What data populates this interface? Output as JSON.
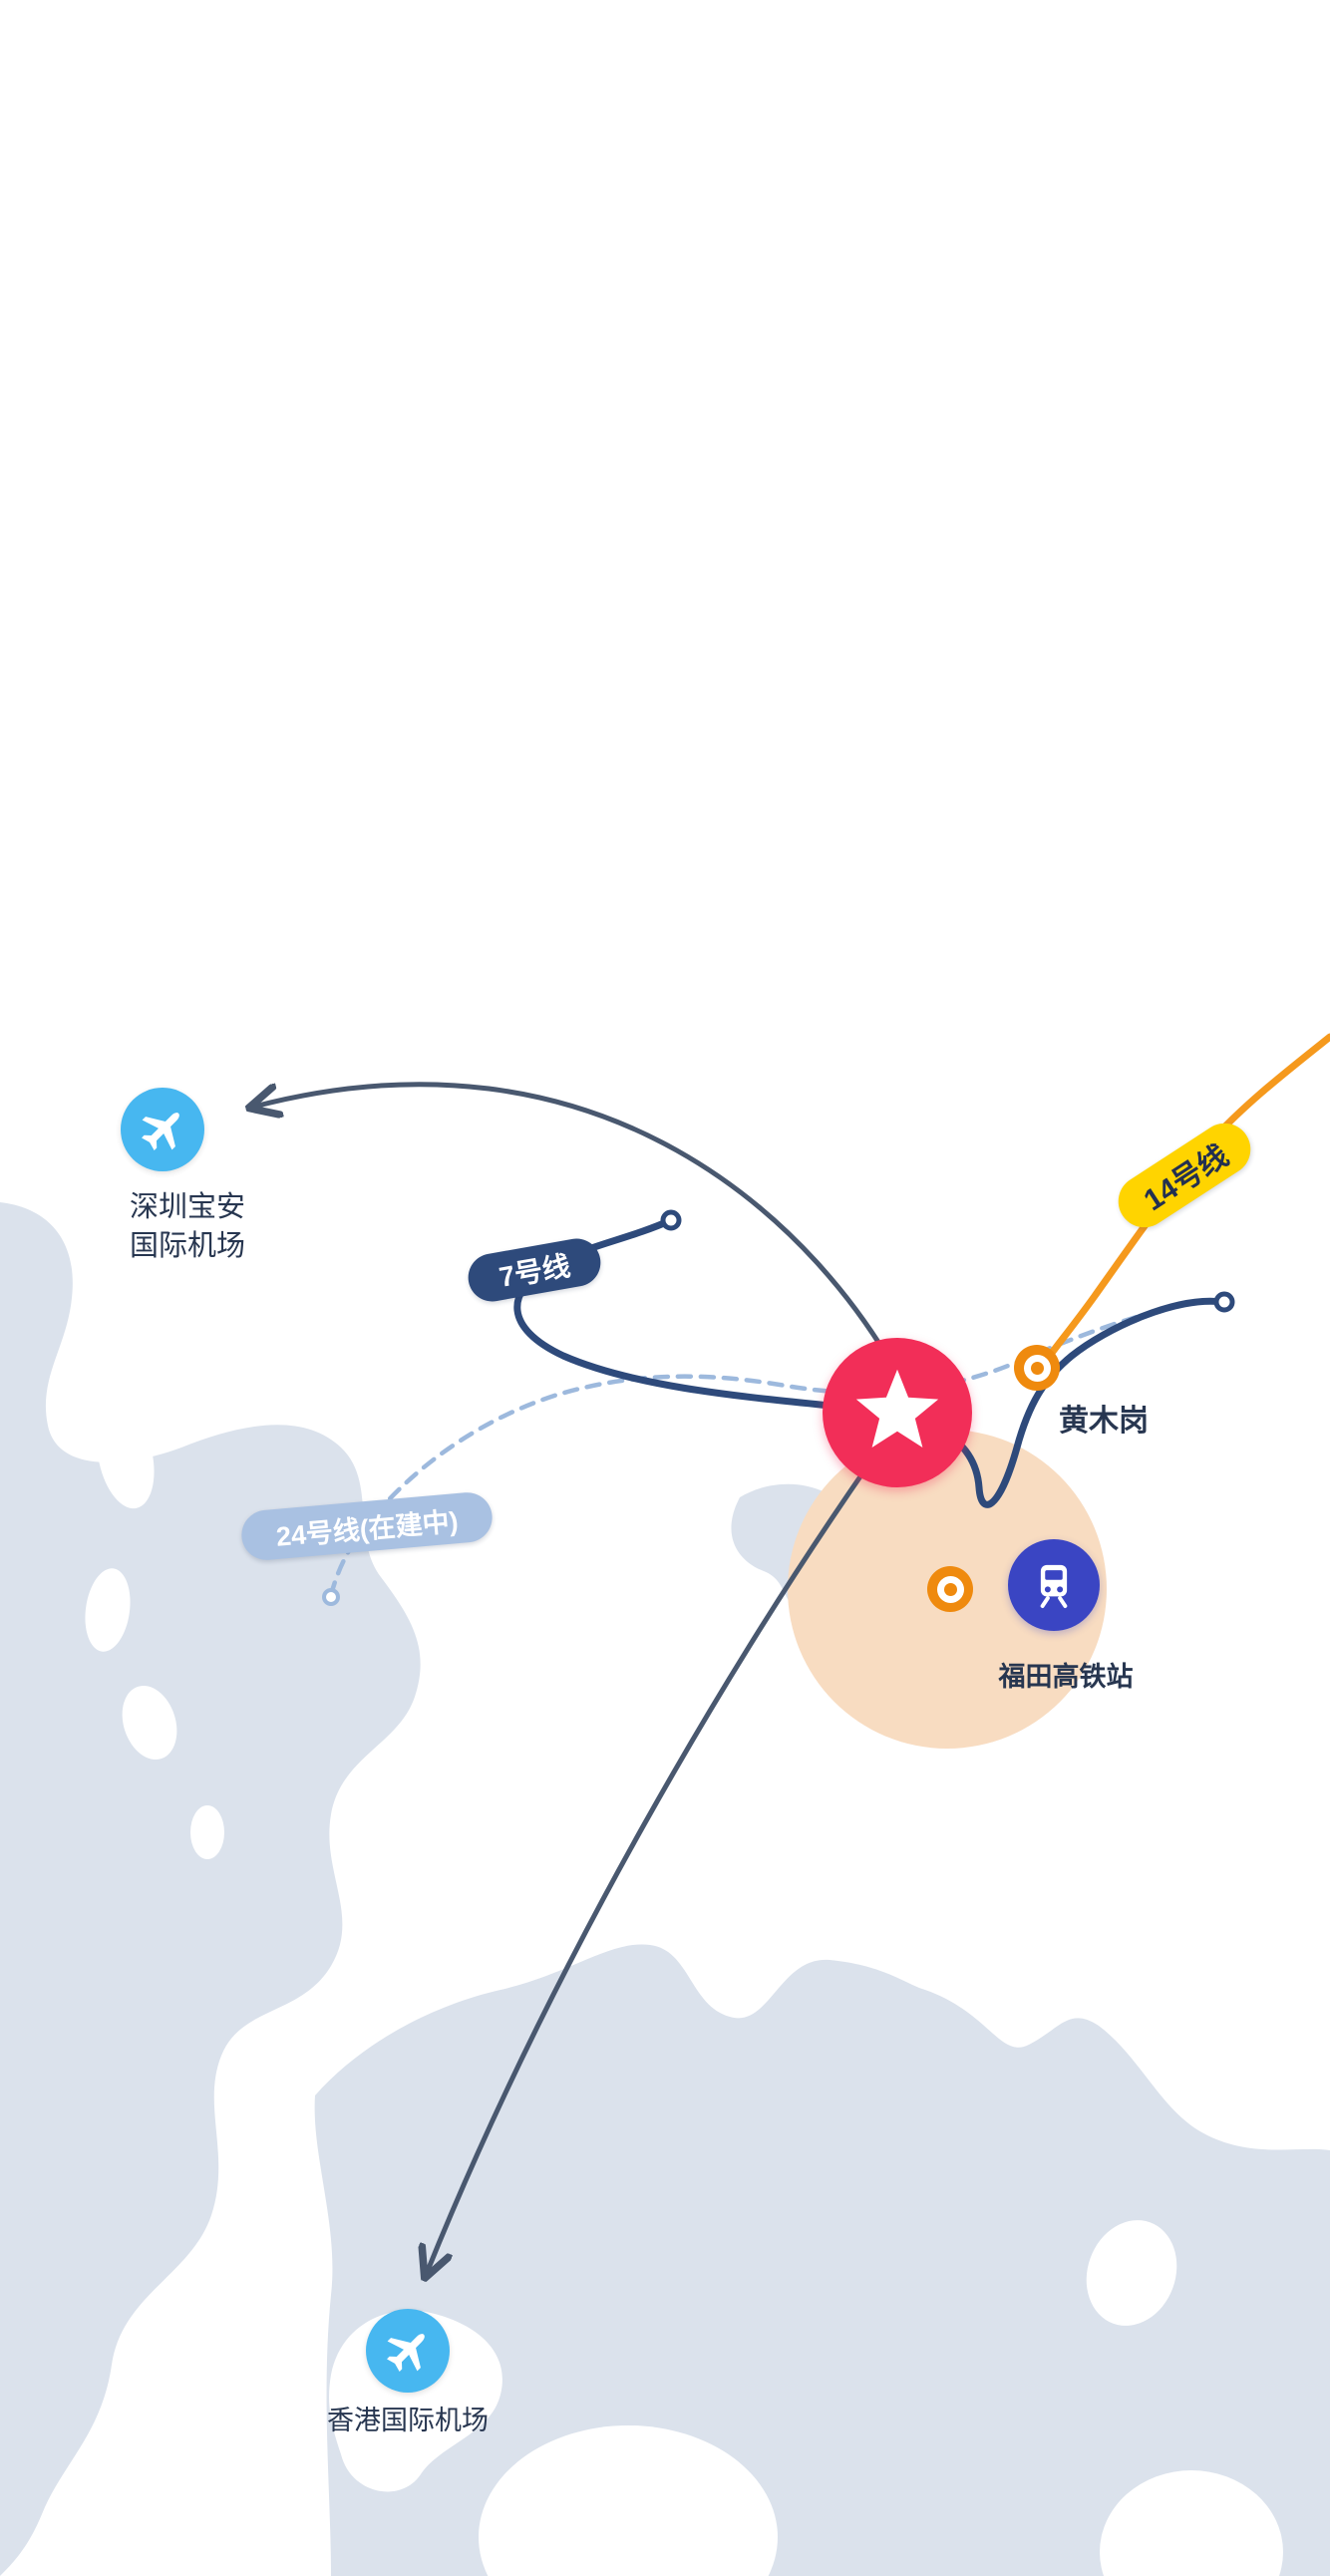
{
  "labels": {
    "shenzhen_airport_line1": "深圳宝安",
    "shenzhen_airport_line2": "国际机场",
    "line7_badge": "7号线",
    "line14_badge": "14号线",
    "line24_badge": "24号线(在建中)",
    "huangmugang_station": "黄木岗",
    "futian_station": "福田高铁站",
    "hongkong_airport": "香港国际机场"
  },
  "icons": {
    "airplane": "airplane-icon",
    "train": "train-icon",
    "star": "star-icon",
    "interchange": "interchange-ring-icon"
  },
  "colors": {
    "water": "#dbe2ec",
    "land": "#ffffff",
    "line7": "#2e4a7b",
    "line14": "#f5991d",
    "line24": "#9db9dd",
    "line24_badge_bg": "#a9c1e2",
    "line14_badge_bg": "#ffd400",
    "star_marker": "#f22e58",
    "airport_marker": "#47b7f0",
    "rail_marker": "#3a45c3",
    "station_ring": "#ef8a0e",
    "arrow": "#49586f",
    "highlight_area": "#f8dcc1",
    "label_text": "#273650"
  }
}
